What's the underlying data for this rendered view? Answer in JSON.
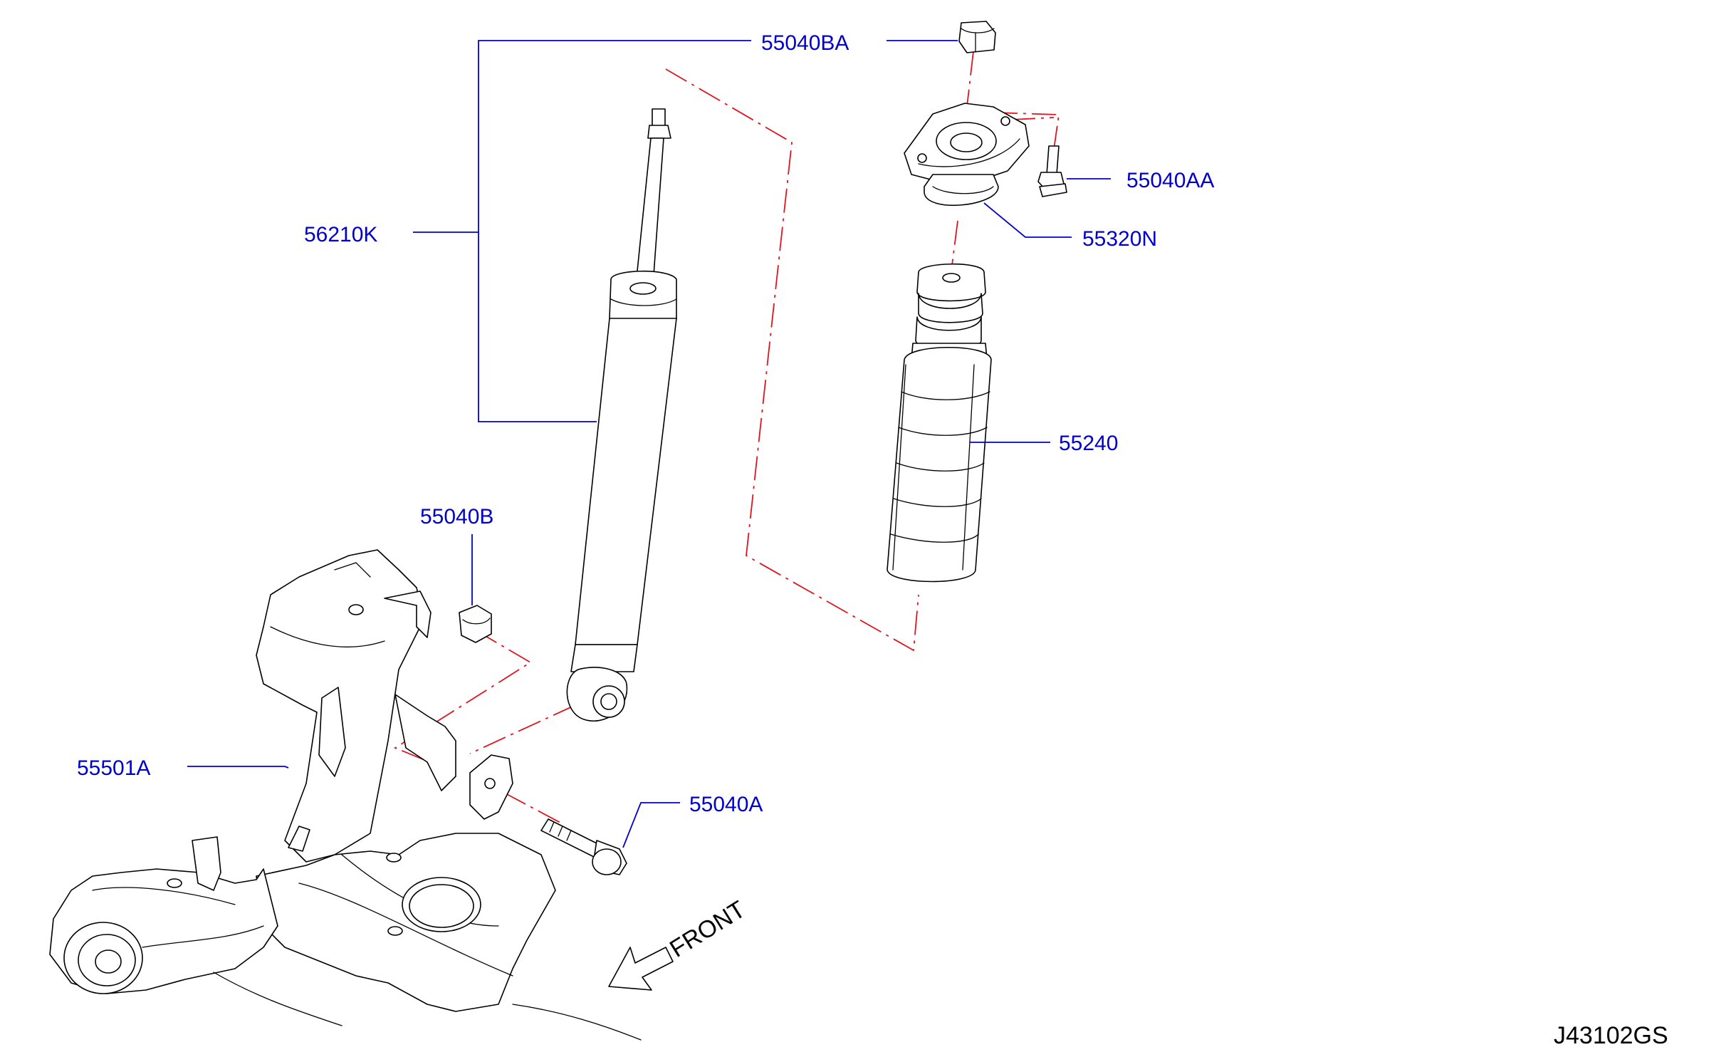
{
  "callouts": {
    "p55040BA": "55040BA",
    "p56210K": "56210K",
    "p55040AA": "55040AA",
    "p55320N": "55320N",
    "p55240": "55240",
    "p55040B": "55040B",
    "p55501A": "55501A",
    "p55040A": "55040A"
  },
  "direction_label": "FRONT",
  "diagram_code": "J43102GS",
  "colors": {
    "callout_text": "#0000cc",
    "leader_line": "#0000cc",
    "phantom_line": "#e0141e",
    "part_outline": "#000000"
  }
}
